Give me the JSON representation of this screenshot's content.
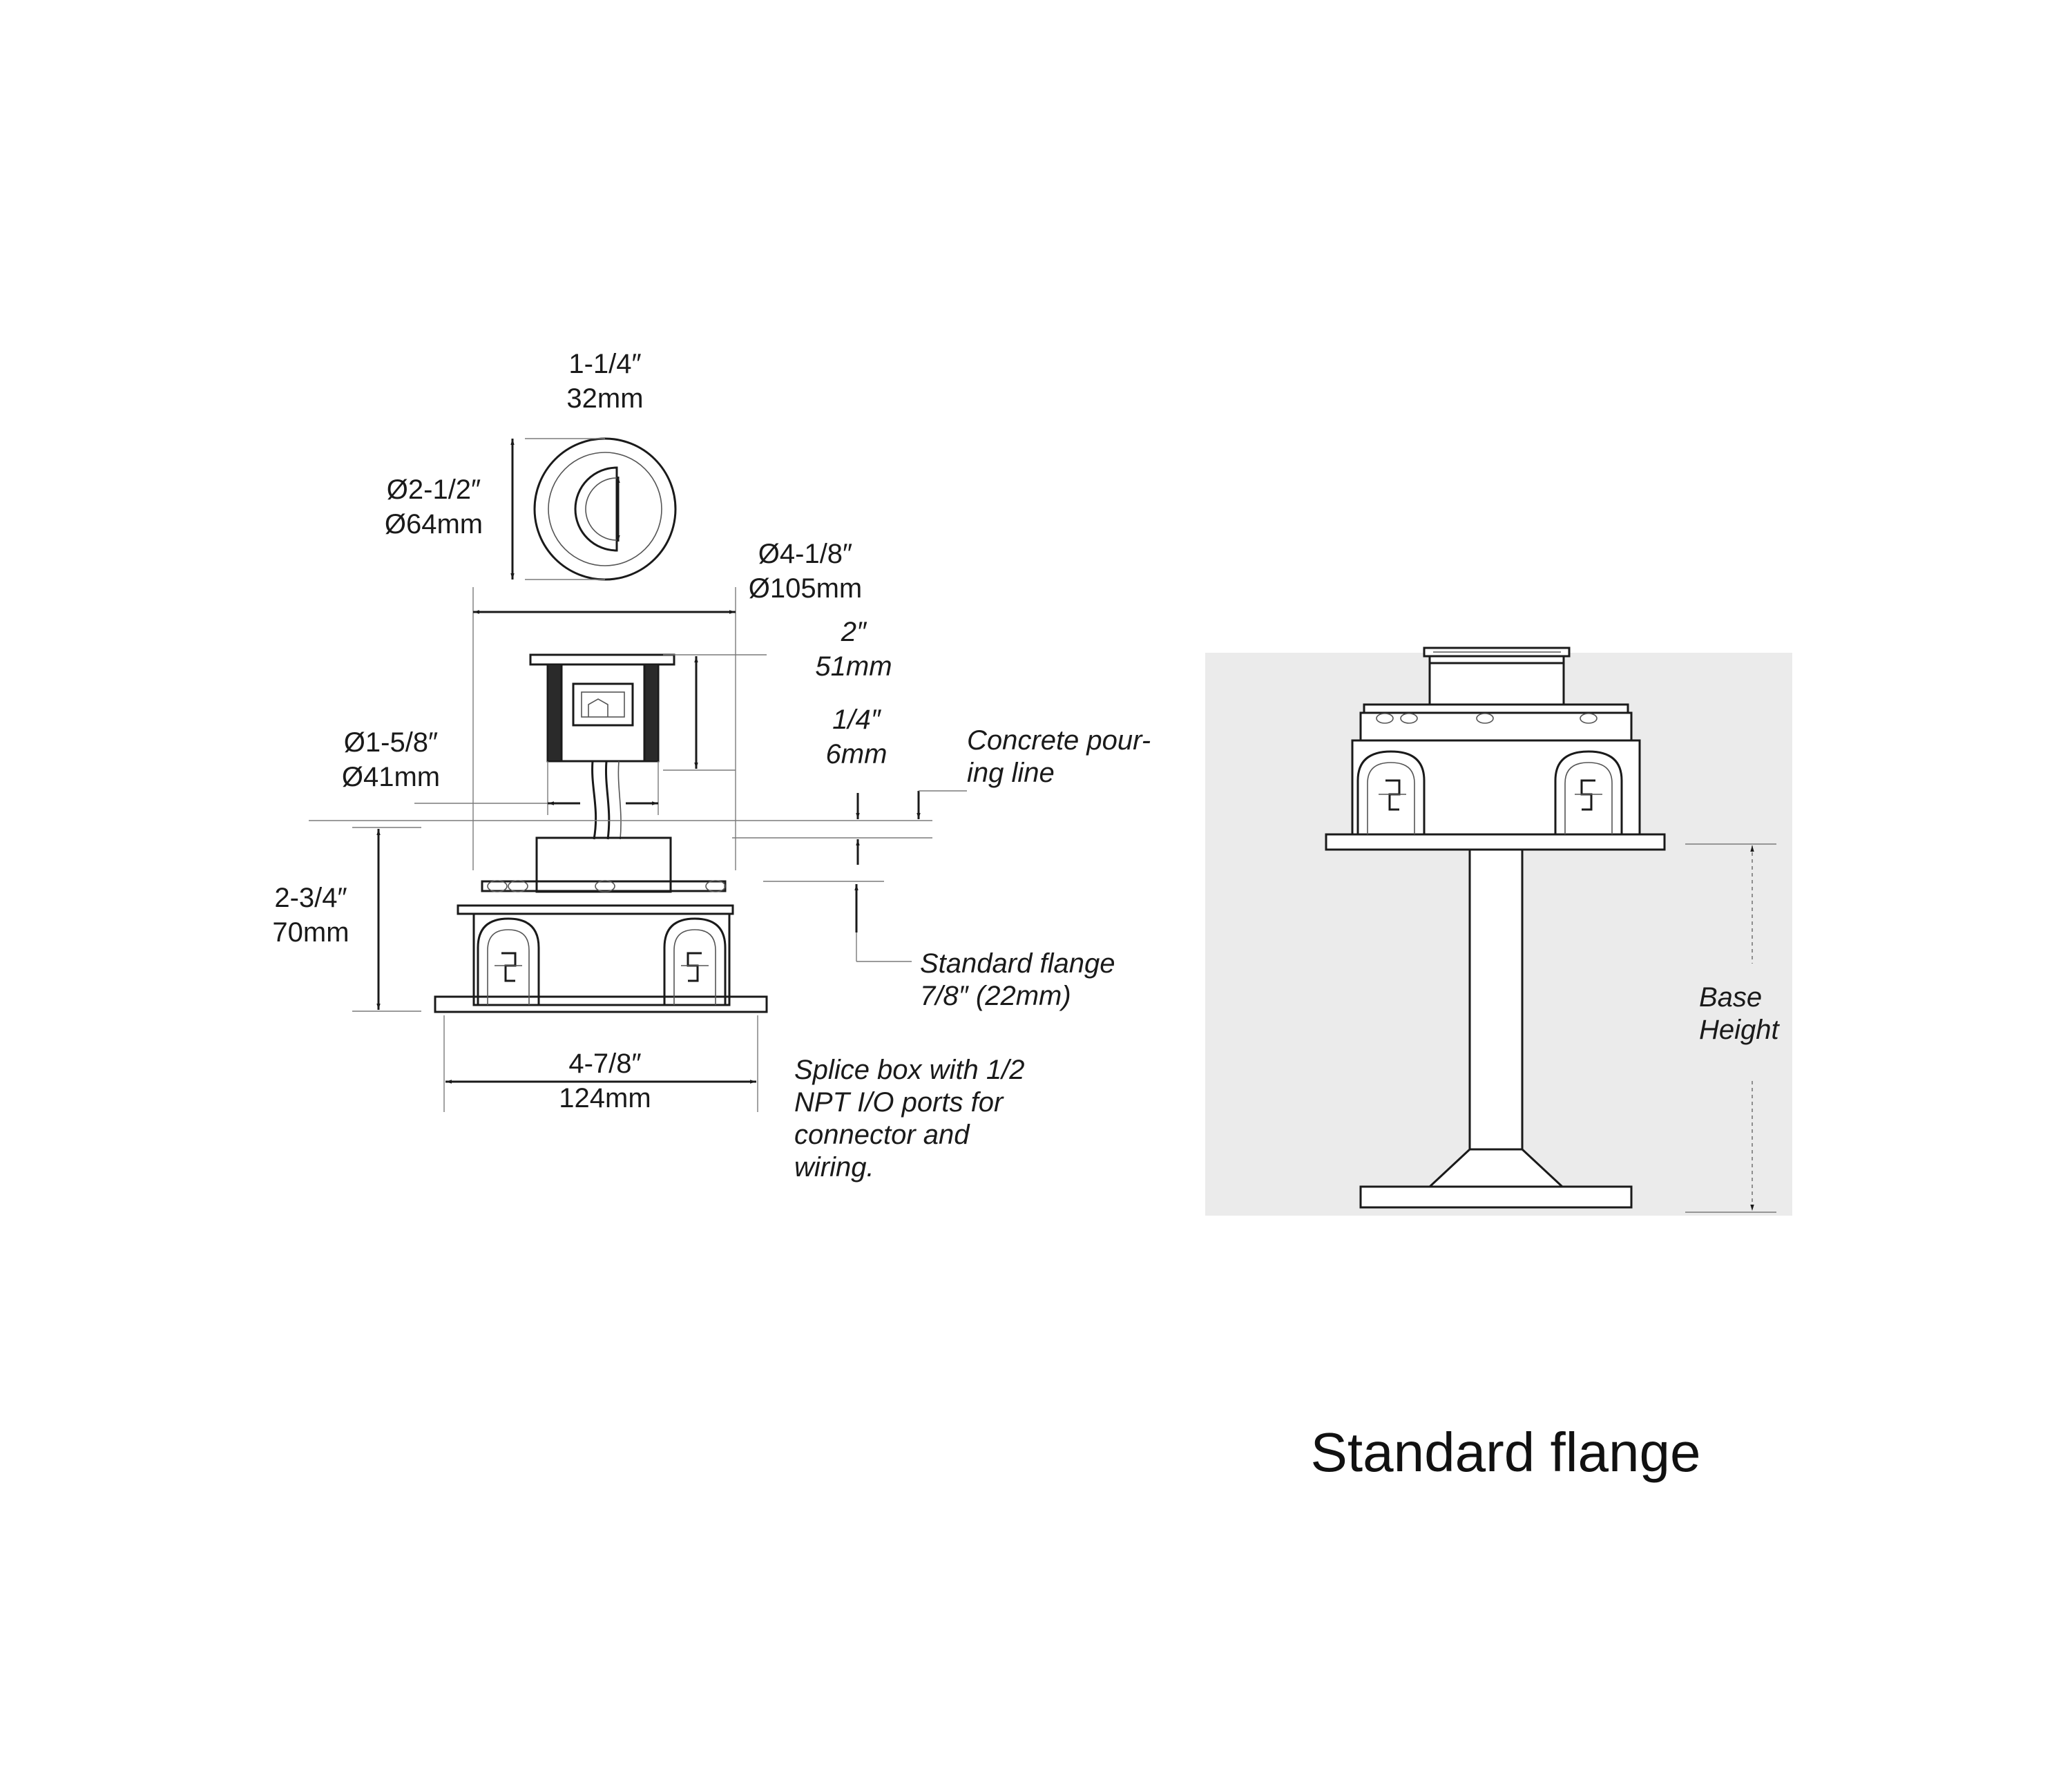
{
  "top_view": {
    "width_in": "1-1/4″",
    "width_mm": "32mm",
    "diameter_in": "Ø2-1/2″",
    "diameter_mm": "Ø64mm"
  },
  "side_view": {
    "outer_diameter_in": "Ø4-1/8″",
    "outer_diameter_mm": "Ø105mm",
    "height_in": "2″",
    "height_mm": "51mm",
    "body_diameter_in": "Ø1-5/8″",
    "body_diameter_mm": "Ø41mm",
    "offset_in": "1/4″",
    "offset_mm": "6mm",
    "pour_line_note": [
      "Concrete pour-",
      "ing line"
    ],
    "box_height_in": "2-3/4″",
    "box_height_mm": "70mm",
    "flange_note": [
      "Standard flange",
      "7/8″ (22mm)"
    ],
    "box_width_in": "4-7/8″",
    "box_width_mm": "124mm",
    "splice_note": [
      "Splice box with 1/2",
      "NPT I/O ports for",
      "connector and",
      "wiring."
    ]
  },
  "installed_view": {
    "base_label": [
      "Base",
      "Height"
    ],
    "caption": "Standard flange",
    "background_color": "#ebebeb"
  },
  "colors": {
    "line": "#1a1a1a",
    "dimension": "#555555"
  }
}
